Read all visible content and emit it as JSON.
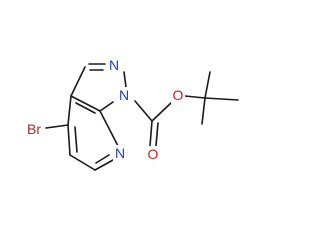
{
  "molecule": {
    "atoms": [
      {
        "id": "Br",
        "label": "Br",
        "color": "#a52a2a"
      },
      {
        "id": "N2",
        "label": "N",
        "color": "#1f3fbf"
      },
      {
        "id": "N1",
        "label": "N",
        "color": "#1f3fbf"
      },
      {
        "id": "N7",
        "label": "N",
        "color": "#1f3fbf"
      },
      {
        "id": "O_ester",
        "label": "O",
        "color": "#d61a1a"
      },
      {
        "id": "O_carbonyl",
        "label": "O",
        "color": "#d61a1a"
      }
    ],
    "bond_color": "#1a1a1a"
  }
}
